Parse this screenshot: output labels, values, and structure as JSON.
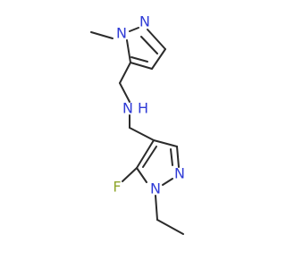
{
  "molecule": {
    "atoms": {
      "n_pyrazole1_n1": "N",
      "n_pyrazole1_n2": "N",
      "n_amine": "N",
      "amine_h": "H",
      "n_pyrazole2_n1": "N",
      "n_pyrazole2_n2": "N",
      "fluorine": "F"
    },
    "colors": {
      "bond": "#2b2b2b",
      "nitrogen": "#2f3bd6",
      "fluorine": "#8fa62c"
    }
  }
}
